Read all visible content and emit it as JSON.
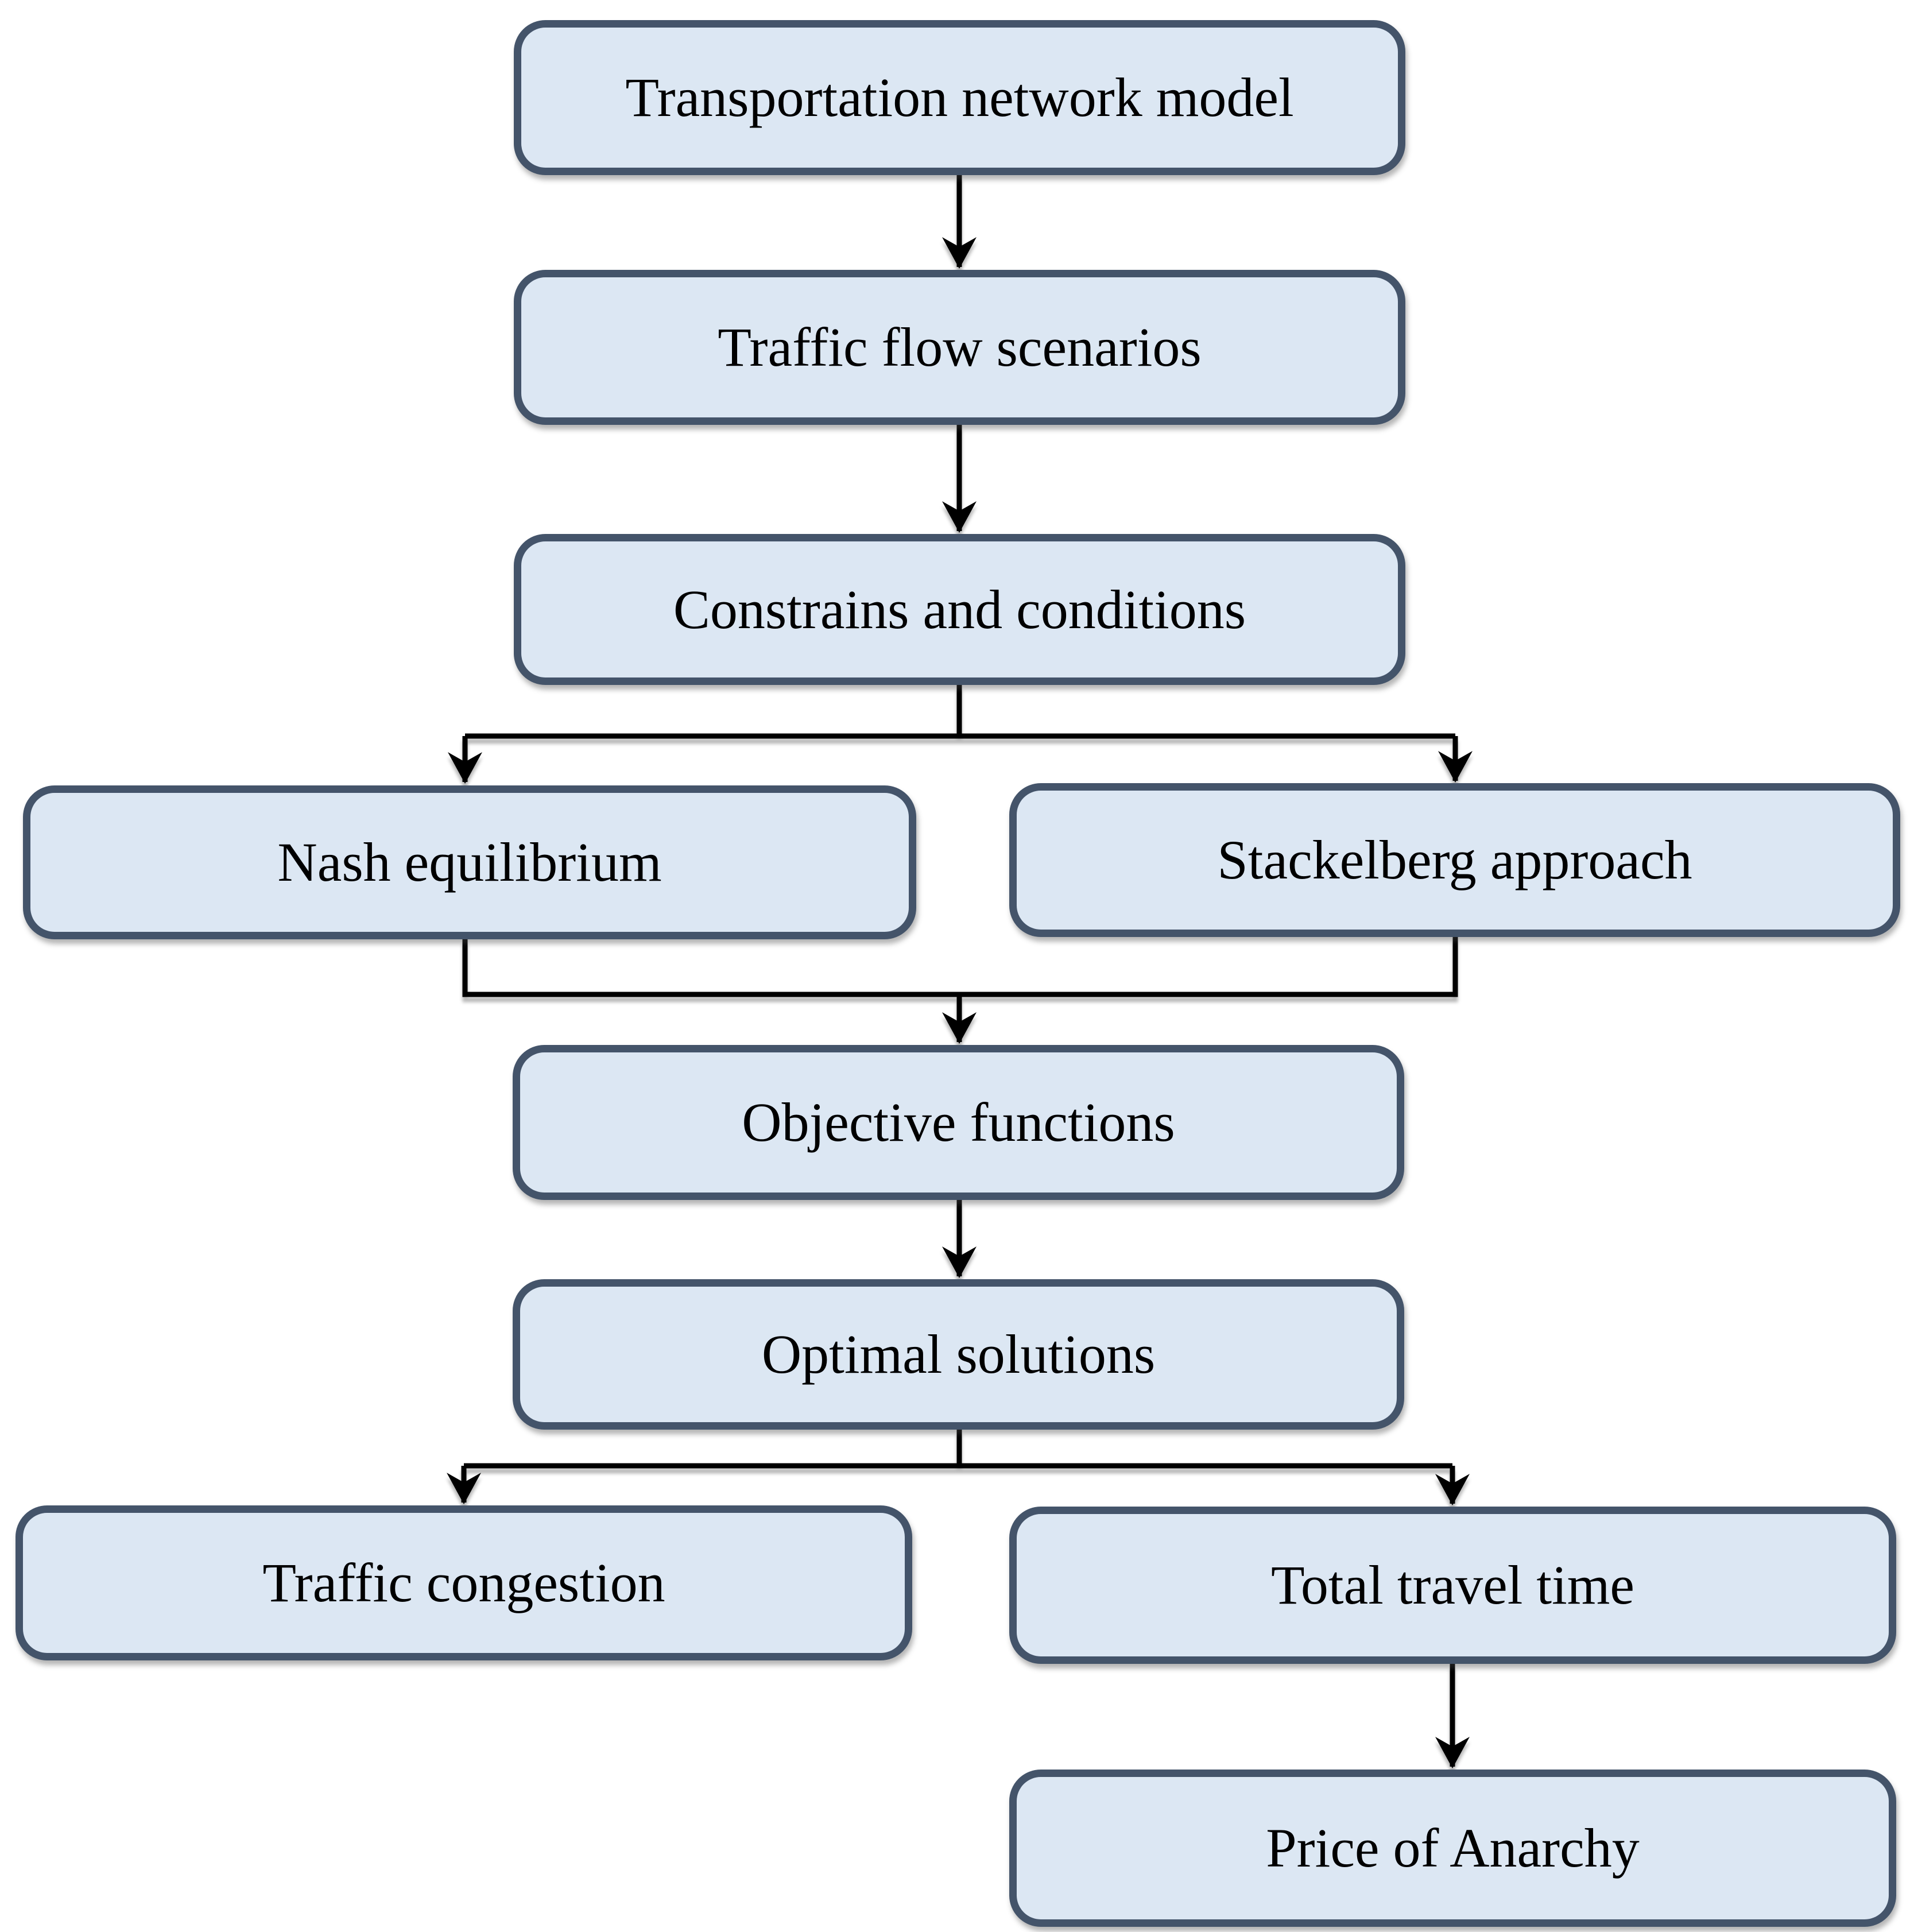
{
  "diagram": {
    "type": "flowchart",
    "background": "#ffffff",
    "colors": {
      "box_fill": "#dce7f3",
      "box_border": "#44546a",
      "connector": "#000000",
      "text": "#000000"
    },
    "nodes": {
      "transportation_network_model": {
        "label": "Transportation network model"
      },
      "traffic_flow_scenarios": {
        "label": "Traffic flow scenarios"
      },
      "constrains_and_conditions": {
        "label": "Constrains and conditions"
      },
      "nash_equilibrium": {
        "label": "Nash equilibrium"
      },
      "stackelberg_approach": {
        "label": "Stackelberg approach"
      },
      "objective_functions": {
        "label": "Objective functions"
      },
      "optimal_solutions": {
        "label": "Optimal solutions"
      },
      "traffic_congestion": {
        "label": "Traffic congestion"
      },
      "total_travel_time": {
        "label": "Total travel time"
      },
      "price_of_anarchy": {
        "label": "Price of Anarchy"
      }
    },
    "edges": [
      {
        "from": "transportation_network_model",
        "to": "traffic_flow_scenarios"
      },
      {
        "from": "traffic_flow_scenarios",
        "to": "constrains_and_conditions"
      },
      {
        "from": "constrains_and_conditions",
        "to": "nash_equilibrium"
      },
      {
        "from": "constrains_and_conditions",
        "to": "stackelberg_approach"
      },
      {
        "from": "nash_equilibrium",
        "to": "objective_functions"
      },
      {
        "from": "stackelberg_approach",
        "to": "objective_functions"
      },
      {
        "from": "objective_functions",
        "to": "optimal_solutions"
      },
      {
        "from": "optimal_solutions",
        "to": "traffic_congestion"
      },
      {
        "from": "optimal_solutions",
        "to": "total_travel_time"
      },
      {
        "from": "total_travel_time",
        "to": "price_of_anarchy"
      }
    ]
  }
}
